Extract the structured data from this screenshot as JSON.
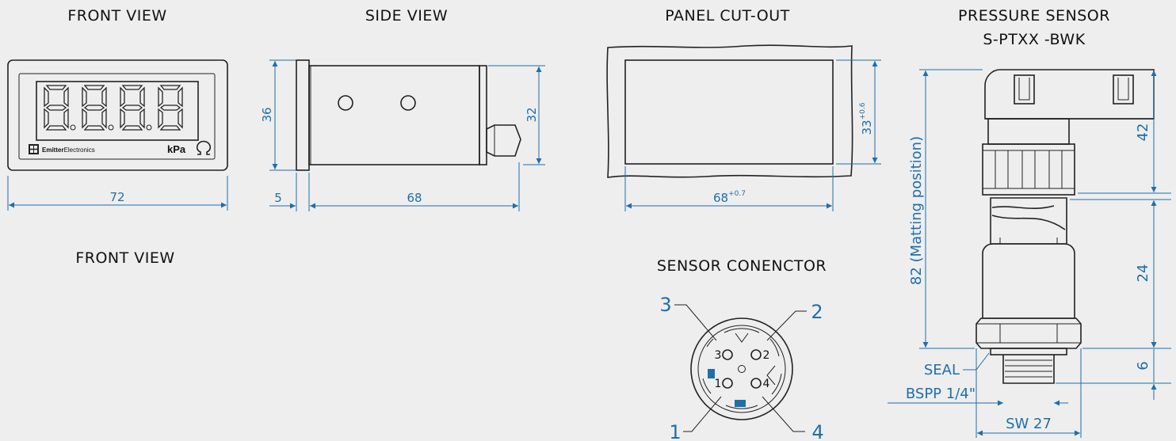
{
  "front_view": {
    "title": "FRONT VIEW",
    "width_dim": "72",
    "brand": "EmitterElectronics",
    "brand_bold": "Emitter",
    "brand_rest": "Electronics",
    "unit": "kPa"
  },
  "front_view_2": {
    "title": "FRONT VIEW"
  },
  "side_view": {
    "title": "SIDE VIEW",
    "height_dim": "36",
    "height_dim_right": "32",
    "depth_front": "5",
    "depth_body": "68"
  },
  "panel_cutout": {
    "title": "PANEL CUT-OUT",
    "width_dim": "68",
    "width_tol": "+0.7",
    "height_dim": "33",
    "height_tol": "+0.6"
  },
  "sensor_connector": {
    "title": "SENSOR CONENCTOR",
    "pins": [
      "1",
      "2",
      "3",
      "4"
    ]
  },
  "pressure_sensor": {
    "title_line1": "PRESSURE SENSOR",
    "title_line2": "S-PTXX -BWK",
    "total_dim": "82 (Matting position)",
    "dim_top": "42",
    "dim_mid": "24",
    "dim_bottom": "6",
    "seal_label": "SEAL",
    "thread_label": "BSPP 1/4\"",
    "wrench_label": "SW 27"
  },
  "colors": {
    "dimension": "#1f6fa8",
    "outline": "#222222",
    "background": "#eeeeee"
  }
}
